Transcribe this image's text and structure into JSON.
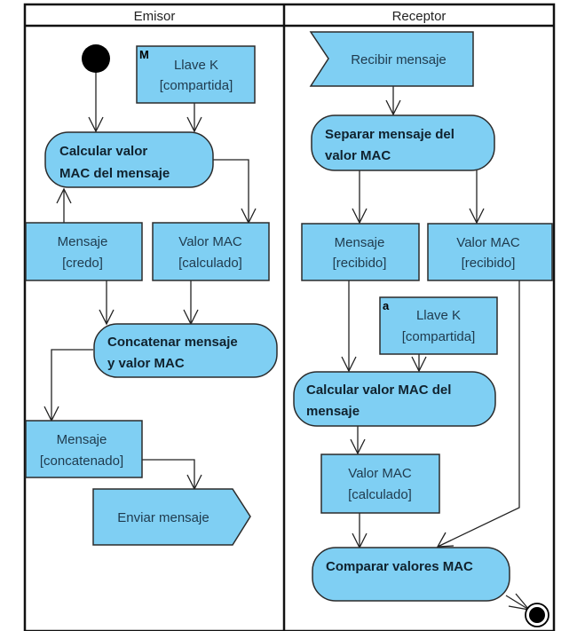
{
  "diagram": {
    "type": "UML activity diagram",
    "colors": {
      "node_fill": "#7fcff3",
      "node_stroke": "#2b2b2b",
      "text": "#1f3a4d",
      "edge": "#222222"
    },
    "lanes": [
      {
        "id": "emisor",
        "title": "Emisor"
      },
      {
        "id": "receptor",
        "title": "Receptor"
      }
    ],
    "nodes": {
      "initial": {
        "kind": "initial-node",
        "lane": "emisor"
      },
      "llave_emisor": {
        "kind": "object",
        "lane": "emisor",
        "badge": "M",
        "line1": "Llave K",
        "line2": "[compartida]"
      },
      "calcular_emisor": {
        "kind": "action",
        "lane": "emisor",
        "line1": "Calcular valor",
        "line2": "MAC del mensaje"
      },
      "mensaje_credo": {
        "kind": "object",
        "lane": "emisor",
        "line1": "Mensaje",
        "line2": "[credo]"
      },
      "valor_calculado_emisor": {
        "kind": "object",
        "lane": "emisor",
        "line1": "Valor MAC",
        "line2": "[calculado]"
      },
      "concatenar": {
        "kind": "action",
        "lane": "emisor",
        "line1": "Concatenar mensaje",
        "line2": "y valor MAC"
      },
      "mensaje_concatenado": {
        "kind": "object",
        "lane": "emisor",
        "line1": "Mensaje",
        "line2": "[concatenado]"
      },
      "enviar": {
        "kind": "send-signal",
        "lane": "emisor",
        "label": "Enviar mensaje"
      },
      "recibir": {
        "kind": "accept-event",
        "lane": "receptor",
        "label": "Recibir mensaje"
      },
      "separar": {
        "kind": "action",
        "lane": "receptor",
        "line1": "Separar mensaje del",
        "line2": "valor MAC"
      },
      "mensaje_recibido": {
        "kind": "object",
        "lane": "receptor",
        "line1": "Mensaje",
        "line2": "[recibido]"
      },
      "valor_recibido": {
        "kind": "object",
        "lane": "receptor",
        "line1": "Valor MAC",
        "line2": "[recibido]"
      },
      "llave_receptor": {
        "kind": "object",
        "lane": "receptor",
        "badge": "a",
        "line1": "Llave K",
        "line2": "[compartida]"
      },
      "calcular_receptor": {
        "kind": "action",
        "lane": "receptor",
        "line1": "Calcular valor MAC del",
        "line2": "mensaje"
      },
      "valor_calculado_receptor": {
        "kind": "object",
        "lane": "receptor",
        "line1": "Valor MAC",
        "line2": "[calculado]"
      },
      "comparar": {
        "kind": "action",
        "lane": "receptor",
        "label": "Comparar valores MAC"
      },
      "final": {
        "kind": "final-node",
        "lane": "receptor"
      }
    },
    "edges": [
      {
        "from": "initial",
        "to": "calcular_emisor"
      },
      {
        "from": "llave_emisor",
        "to": "calcular_emisor"
      },
      {
        "from": "mensaje_credo",
        "to": "calcular_emisor"
      },
      {
        "from": "calcular_emisor",
        "to": "valor_calculado_emisor"
      },
      {
        "from": "mensaje_credo",
        "to": "concatenar"
      },
      {
        "from": "valor_calculado_emisor",
        "to": "concatenar"
      },
      {
        "from": "concatenar",
        "to": "mensaje_concatenado"
      },
      {
        "from": "mensaje_concatenado",
        "to": "enviar"
      },
      {
        "from": "recibir",
        "to": "separar"
      },
      {
        "from": "separar",
        "to": "mensaje_recibido"
      },
      {
        "from": "separar",
        "to": "valor_recibido"
      },
      {
        "from": "mensaje_recibido",
        "to": "calcular_receptor"
      },
      {
        "from": "llave_receptor",
        "to": "calcular_receptor"
      },
      {
        "from": "calcular_receptor",
        "to": "valor_calculado_receptor"
      },
      {
        "from": "valor_calculado_receptor",
        "to": "comparar"
      },
      {
        "from": "valor_recibido",
        "to": "comparar"
      },
      {
        "from": "comparar",
        "to": "final"
      }
    ]
  }
}
